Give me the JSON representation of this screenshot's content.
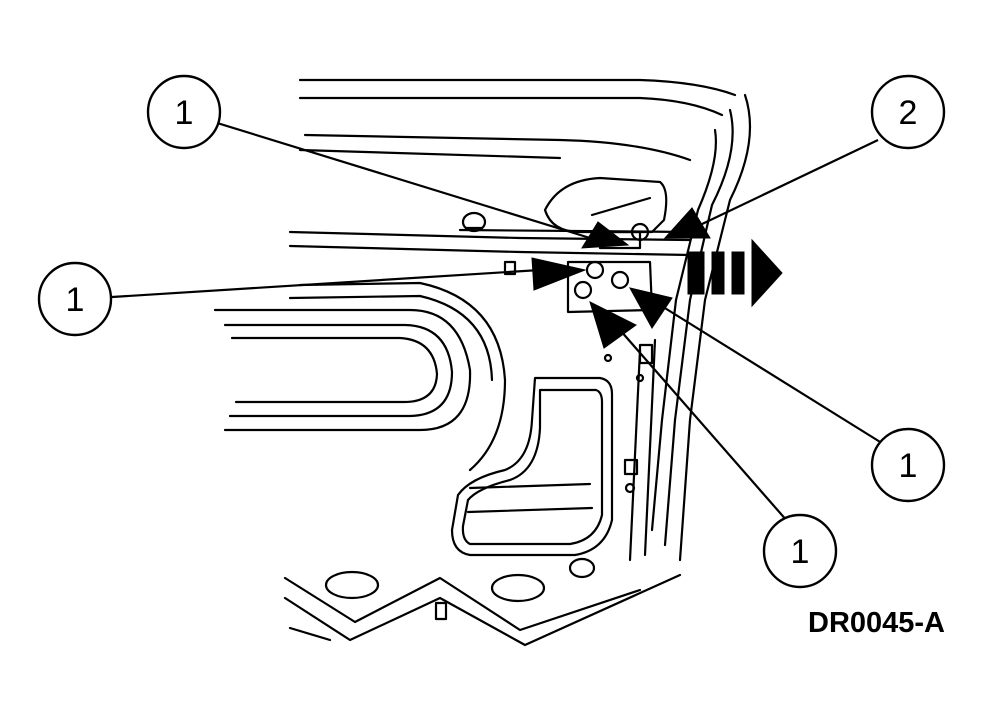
{
  "figure": {
    "id": "DR0045-A"
  },
  "callouts": [
    {
      "label": "1"
    },
    {
      "label": "2"
    },
    {
      "label": "1"
    },
    {
      "label": "1"
    },
    {
      "label": "1"
    }
  ],
  "colors": {
    "ink": "#000000",
    "paper": "#ffffff"
  }
}
